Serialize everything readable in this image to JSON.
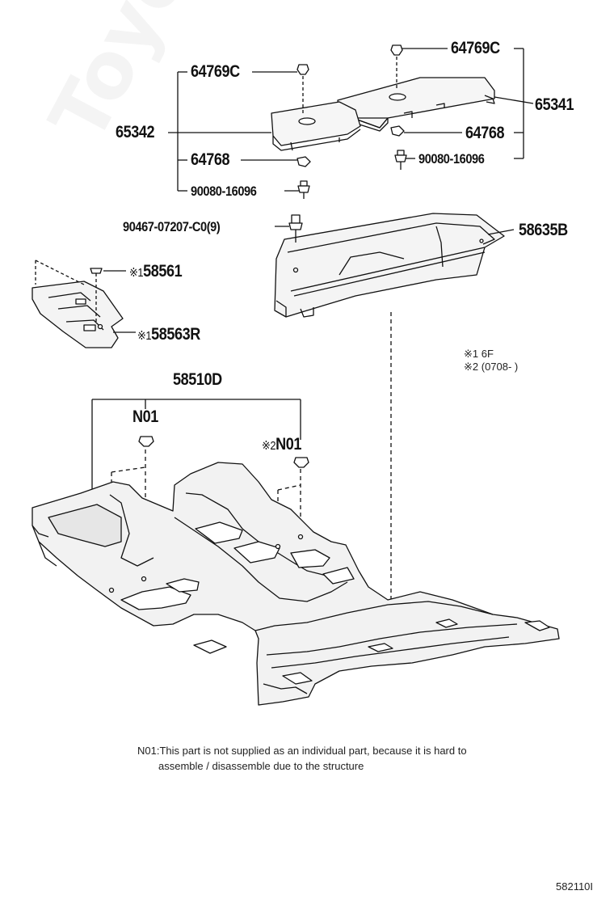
{
  "parts": {
    "p64769c_a": "64769C",
    "p64769c_b": "64769C",
    "p65342": "65342",
    "p65341": "65341",
    "p64768_a": "64768",
    "p64768_b": "64768",
    "p90080_a": "90080-16096",
    "p90080_b": "90080-16096",
    "p90467": "90467-07207-C0(9)",
    "p58635b": "58635B",
    "p58561": "58561",
    "p58563r": "58563R",
    "p58510d": "58510D",
    "n01_a": "N01",
    "n01_b": "N01"
  },
  "marks": {
    "m1_a": "※1",
    "m1_b": "※1",
    "m2": "※2"
  },
  "legend": {
    "line1": "※1 6F",
    "line2": "※2 (0708-      )"
  },
  "note": {
    "line1": "N01:This part is not supplied as an individual part, because it is hard to",
    "line2": "assemble / disassemble due to the structure"
  },
  "watermark": "ToyotaCarMine.ru",
  "diagram_id": "582110I"
}
